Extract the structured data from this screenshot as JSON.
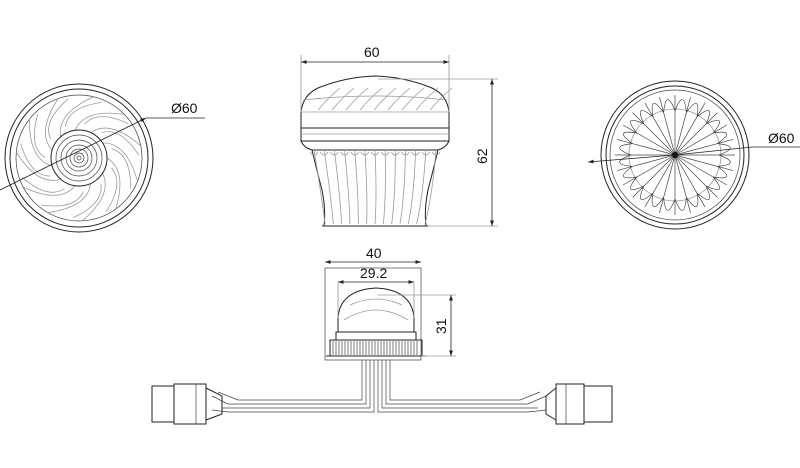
{
  "dimensions": {
    "top_width": "60",
    "side_height": "62",
    "left_diameter": "Ø60",
    "right_diameter": "Ø60",
    "bottom_width": "40",
    "dome_width": "29.2",
    "bottom_height": "31"
  }
}
